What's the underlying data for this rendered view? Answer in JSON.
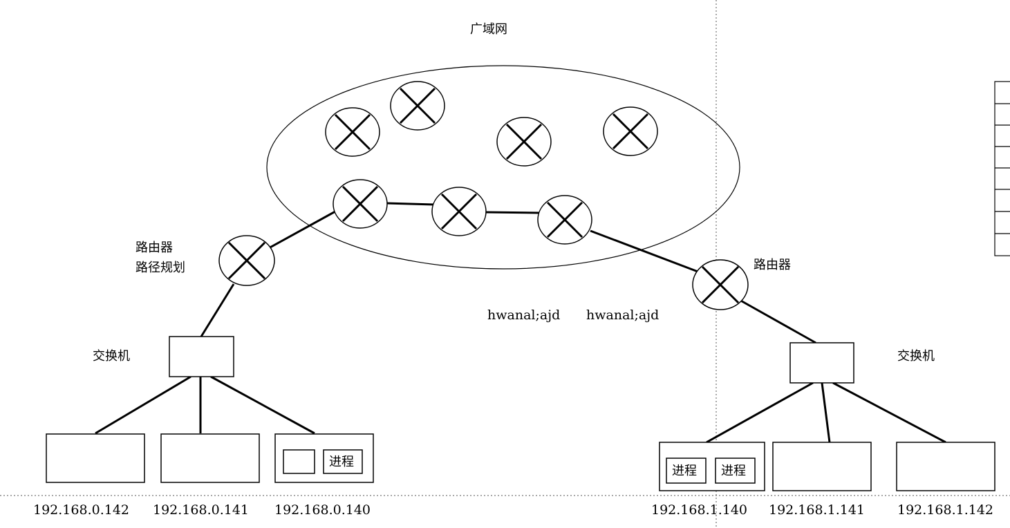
{
  "wan_label": "广域网",
  "left_router_label_1": "路由器",
  "left_router_label_2": "路径规划",
  "right_router_label": "路由器",
  "left_switch_label": "交换机",
  "right_switch_label": "交换机",
  "middle_text_1": "hwanal;ajd",
  "middle_text_2": "hwanal;ajd",
  "process_label": "进程",
  "hosts_left": [
    "192.168.0.142",
    "192.168.0.141",
    "192.168.0.140"
  ],
  "hosts_right": [
    "192.168.1.140",
    "192.168.1.141",
    "192.168.1.142"
  ]
}
